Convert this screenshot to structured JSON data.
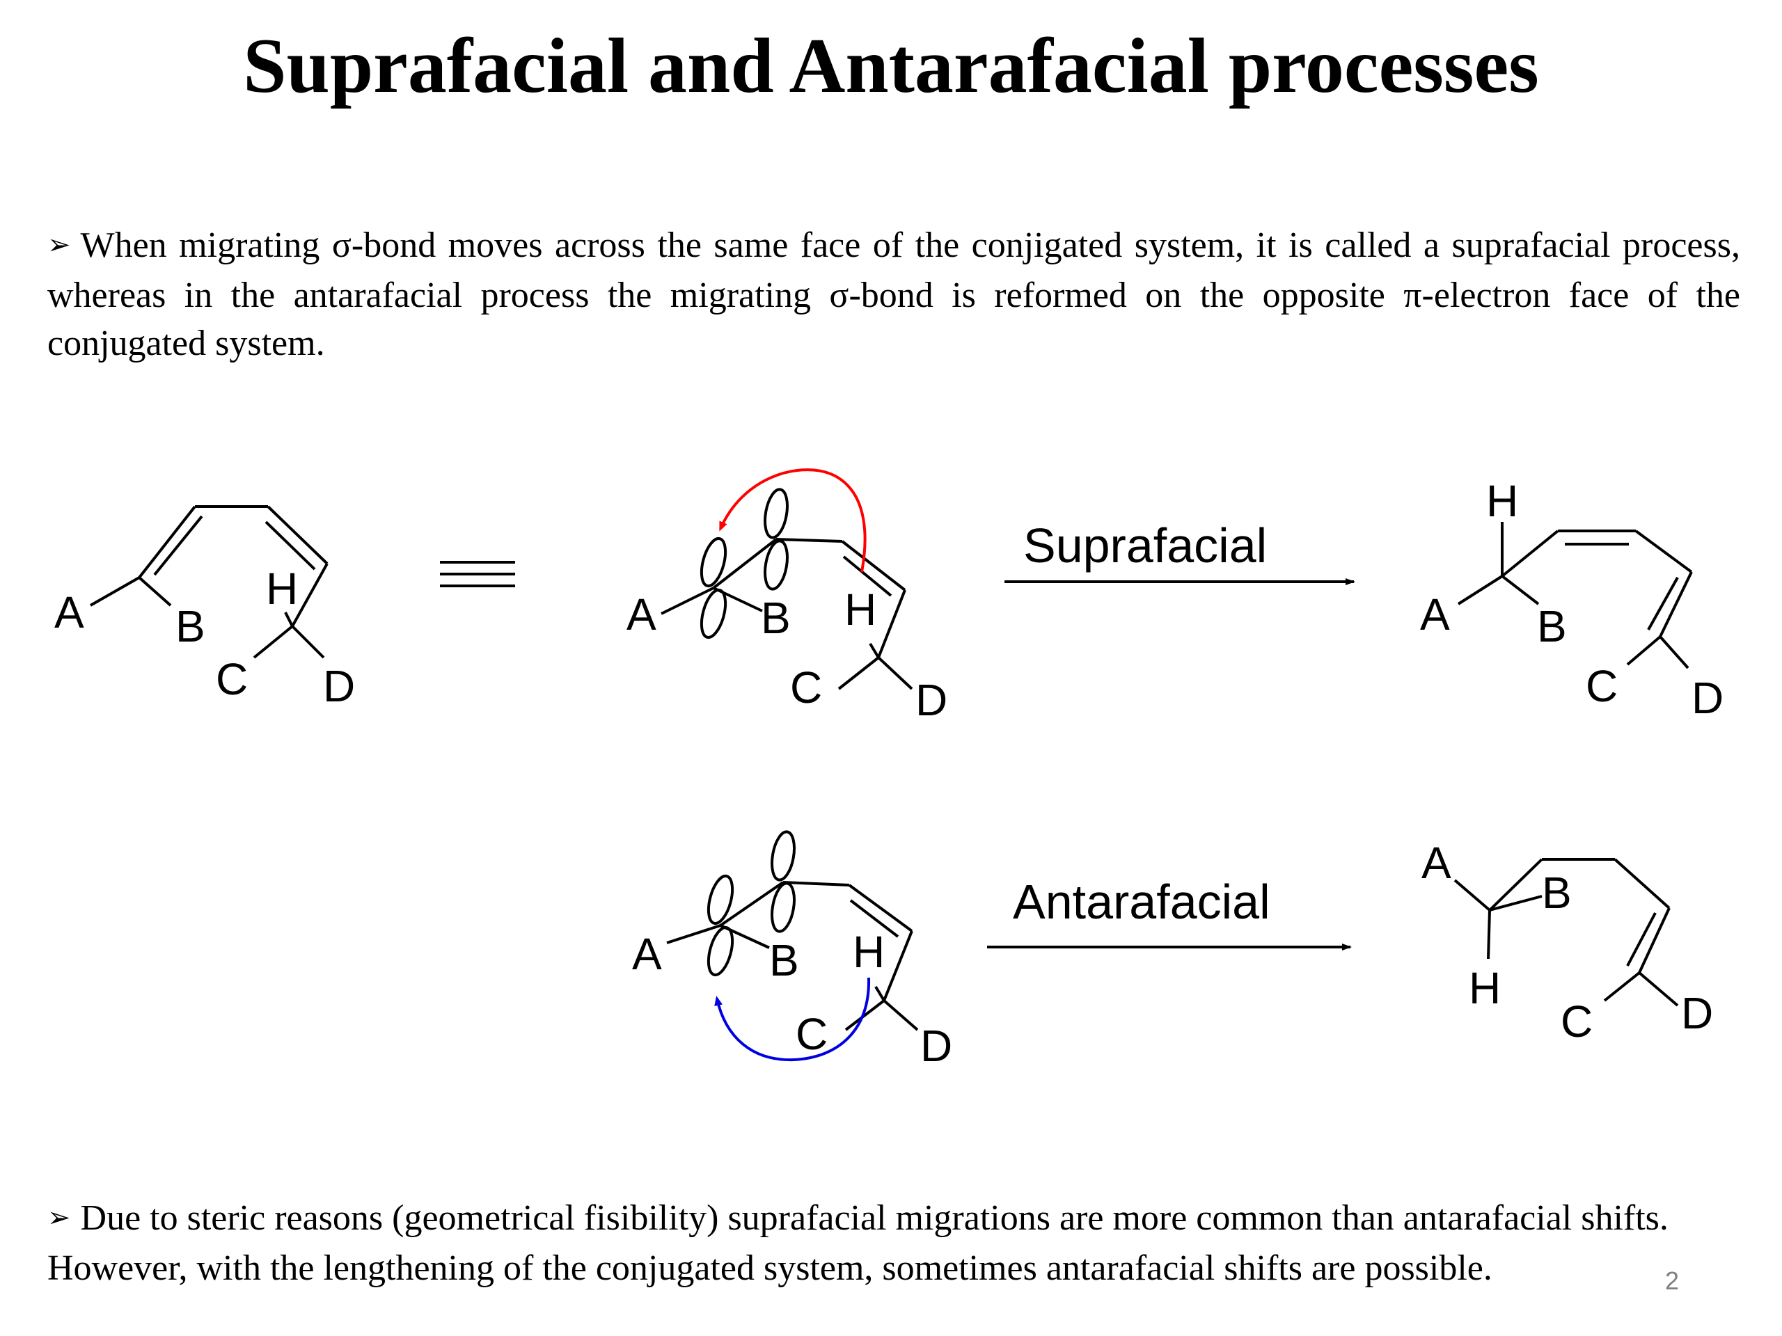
{
  "title": "Suprafacial and Antarafacial processes",
  "paragraph1": {
    "bullet": "➢",
    "text": "When migrating σ-bond moves across the same face of the conjigated system, it is called a suprafacial process, whereas in the antarafacial process the migrating σ-bond is reformed on the opposite π-electron face of the conjugated system."
  },
  "scheme": {
    "equivalence_symbol": "≡",
    "atoms": {
      "a": "A",
      "b": "B",
      "c": "C",
      "d": "D",
      "h": "H"
    },
    "reaction1_label": "Suprafacial",
    "reaction2_label": "Antarafacial",
    "colors": {
      "suprafacial_arrow": "#ff0000",
      "antarafacial_arrow": "#0000e0"
    }
  },
  "paragraph2": {
    "bullet": "➢",
    "line1": "Due to steric reasons (geometrical fisibility) suprafacial migrations are more common than antarafacial shifts.",
    "line2": "However, with the lengthening of the conjugated system, sometimes antarafacial shifts are possible."
  },
  "page_number": "2"
}
